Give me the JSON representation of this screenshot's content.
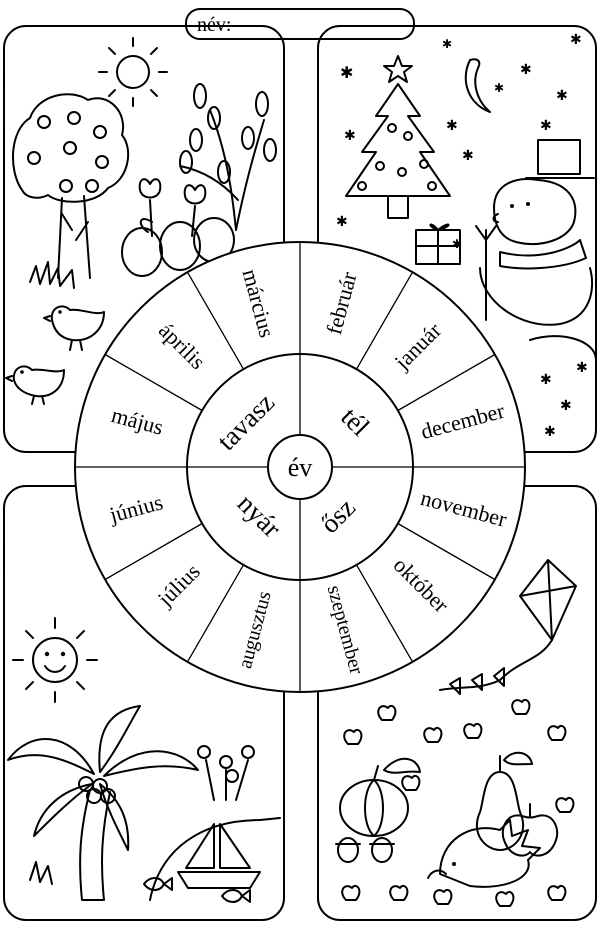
{
  "name_label": "név:",
  "center_label": "év",
  "seasons": [
    {
      "label": "tavasz"
    },
    {
      "label": "tél"
    },
    {
      "label": "ősz"
    },
    {
      "label": "nyár"
    }
  ],
  "months": [
    {
      "label": "február"
    },
    {
      "label": "január"
    },
    {
      "label": "december"
    },
    {
      "label": "november"
    },
    {
      "label": "október"
    },
    {
      "label": "szeptember"
    },
    {
      "label": "augusztus"
    },
    {
      "label": "július"
    },
    {
      "label": "június"
    },
    {
      "label": "május"
    },
    {
      "label": "április"
    },
    {
      "label": "március"
    }
  ]
}
